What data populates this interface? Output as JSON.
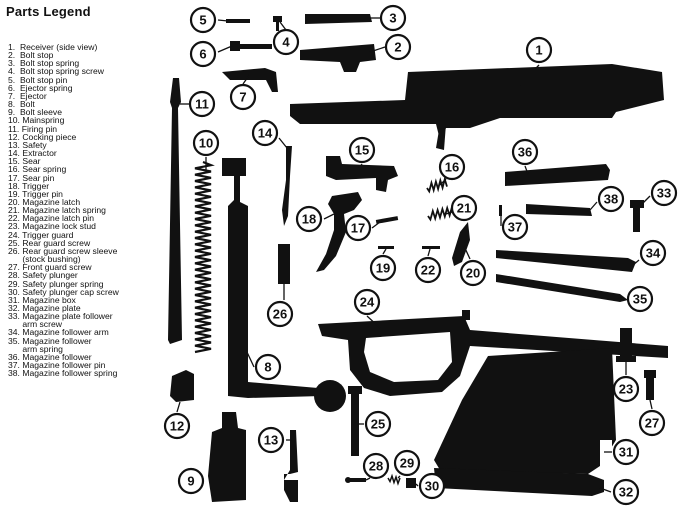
{
  "legend": {
    "title": "Parts Legend",
    "items": [
      "1.  Receiver (side view)",
      "2.  Bolt stop",
      "3.  Bolt stop spring",
      "4.  Bolt stop spring screw",
      "5.  Bolt stop pin",
      "6.  Ejector spring",
      "7.  Ejector",
      "8.  Bolt",
      "9.  Bolt sleeve",
      "10. Mainspring",
      "11. Firing pin",
      "12. Cocking piece",
      "13. Safety",
      "14. Extractor",
      "15. Sear",
      "16. Sear spring",
      "17. Sear pin",
      "18. Trigger",
      "19. Trigger pin",
      "20. Magazine latch",
      "21. Magazine latch spring",
      "22. Magazine latch pin",
      "23. Magazine lock stud",
      "24. Trigger guard",
      "25. Rear guard screw",
      "26. Rear guard screw sleeve",
      "      (stock bushing)",
      "27. Front guard screw",
      "28. Safety plunger",
      "29. Safety plunger spring",
      "30. Safety plunger cap screw",
      "31. Magazine box",
      "32. Magazine plate",
      "33. Magazine plate follower",
      "      arm screw",
      "34. Magazine follower arm",
      "35. Magazine follower",
      "      arm spring",
      "36. Magazine follower",
      "37. Magazine follower pin",
      "38. Magazine follower spring"
    ]
  },
  "callouts": [
    "1",
    "2",
    "3",
    "4",
    "5",
    "6",
    "7",
    "8",
    "9",
    "10",
    "11",
    "12",
    "13",
    "14",
    "15",
    "16",
    "17",
    "18",
    "19",
    "20",
    "21",
    "22",
    "23",
    "24",
    "25",
    "26",
    "27",
    "28",
    "29",
    "30",
    "31",
    "32",
    "33",
    "34",
    "35",
    "36",
    "37",
    "38"
  ]
}
